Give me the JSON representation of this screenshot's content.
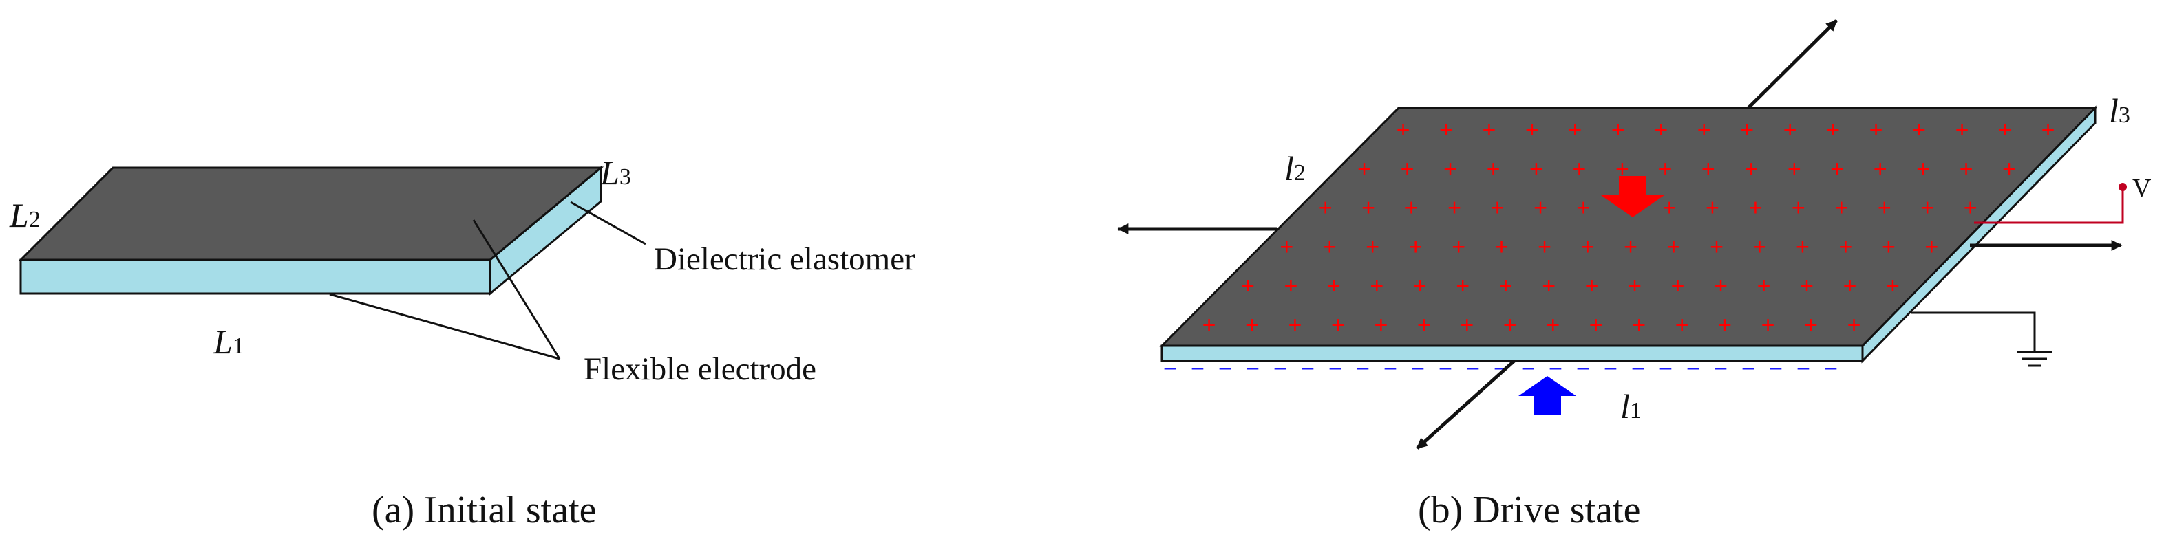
{
  "panels": {
    "a": {
      "caption": "(a) Initial state",
      "dim_L1": {
        "main": "L",
        "sub": "1"
      },
      "dim_L2": {
        "main": "L",
        "sub": "2"
      },
      "dim_L3": {
        "main": "L",
        "sub": "3"
      },
      "label_dielectric": "Dielectric elastomer",
      "label_electrode": "Flexible electrode"
    },
    "b": {
      "caption": "(b) Drive state",
      "dim_l1": {
        "main": "l",
        "sub": "1"
      },
      "dim_l2": {
        "main": "l",
        "sub": "2"
      },
      "dim_l3": {
        "main": "l",
        "sub": "3"
      },
      "voltage_label": "V",
      "top_charge_symbol": "+",
      "bottom_charge_symbol": "–"
    }
  },
  "colors": {
    "electrode": "#595959",
    "elastomer": "#a6dde8",
    "positive_charge": "#ff0000",
    "negative_charge": "#1a1aff",
    "compress_arrow_top": "#ff0000",
    "compress_arrow_bottom": "#0000ff",
    "voltage_wire": "#c00020",
    "outline": "#111111"
  },
  "icons": {
    "stretch_arrows": "arrow-icon",
    "ground": "ground-icon",
    "voltage_terminal": "terminal-icon"
  }
}
